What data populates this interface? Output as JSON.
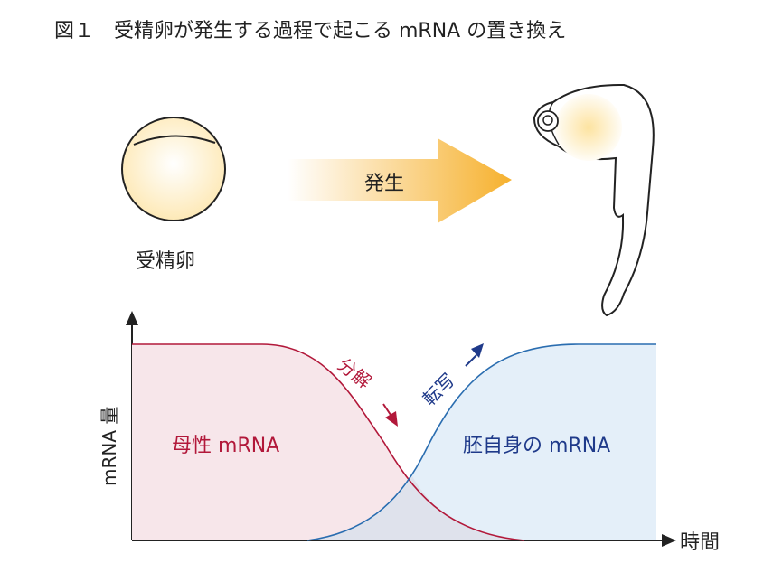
{
  "figure": {
    "title": "図１　受精卵が発生する過程で起こる mRNA の置き換え",
    "arrow_label": "発生",
    "egg_label": "受精卵",
    "maternal_label": "母性 mRNA",
    "zygotic_label": "胚自身の mRNA",
    "degradation_label": "分解",
    "transcription_label": "転写",
    "y_axis_label": "mRNA 量",
    "x_axis_label": "時間"
  },
  "colors": {
    "maternal": "#b2183a",
    "maternal_fill": "#f7e6ea",
    "zygotic": "#2a6db0",
    "zygotic_fill": "#e4eff9",
    "overlap_fill": "#dfe2ec",
    "annot_blue": "#1f3a8a",
    "arrow_light": "#fdf1dc",
    "arrow_dark": "#f6b12e",
    "egg_fill": "#fde7b0"
  }
}
